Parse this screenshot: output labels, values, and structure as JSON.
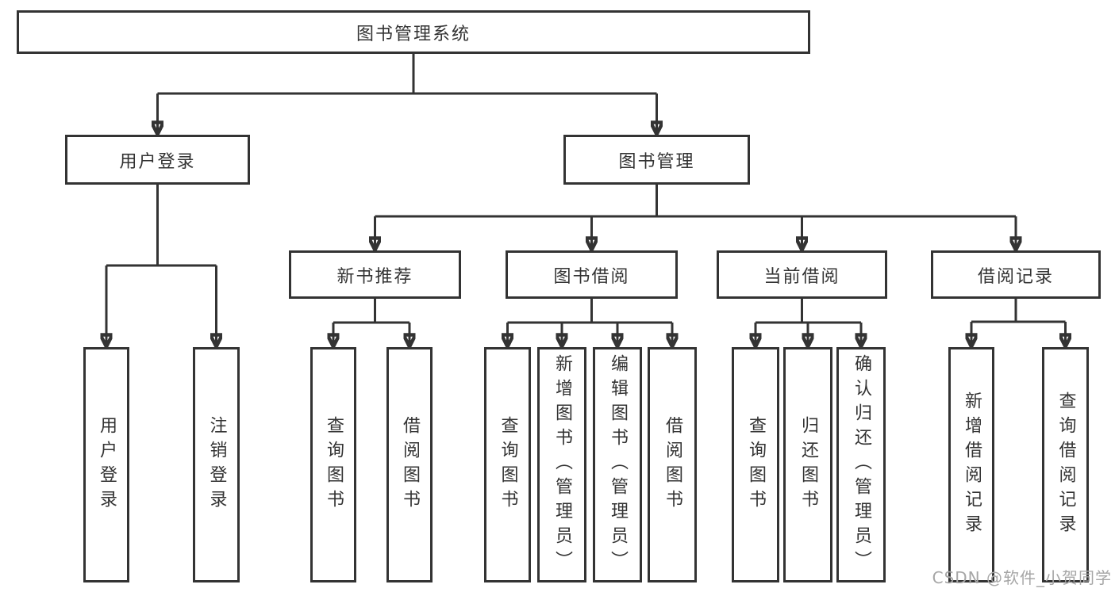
{
  "tree": {
    "root": {
      "label": "图书管理系统",
      "children": [
        {
          "label": "用户登录",
          "children": [
            {
              "label": "用户登录"
            },
            {
              "label": "注销登录"
            }
          ]
        },
        {
          "label": "图书管理",
          "children": [
            {
              "label": "新书推荐",
              "children": [
                {
                  "label": "查询图书"
                },
                {
                  "label": "借阅图书"
                }
              ]
            },
            {
              "label": "图书借阅",
              "children": [
                {
                  "label": "查询图书"
                },
                {
                  "label": "新增图书（管理员）"
                },
                {
                  "label": "编辑图书（管理员）"
                },
                {
                  "label": "借阅图书"
                }
              ]
            },
            {
              "label": "当前借阅",
              "children": [
                {
                  "label": "查询图书"
                },
                {
                  "label": "归还图书"
                },
                {
                  "label": "确认归还（管理员）"
                }
              ]
            },
            {
              "label": "借阅记录",
              "children": [
                {
                  "label": "新增借阅记录"
                },
                {
                  "label": "查询借阅记录"
                }
              ]
            }
          ]
        }
      ]
    }
  },
  "watermark": "CSDN @软件_小贺同学",
  "colors": {
    "line": "#333333",
    "box_border": "#333333",
    "box_fill": "#ffffff",
    "text": "#333333",
    "watermark": "#a6a6a6"
  }
}
